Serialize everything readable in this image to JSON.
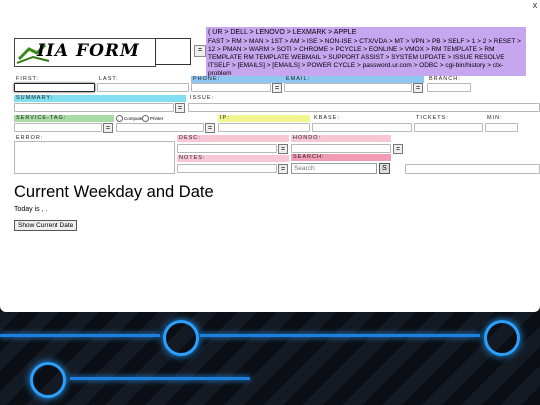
{
  "form": {
    "logo_text": "IIA FORM",
    "links_line1": "( UR > DELL > LENOVO > LEXMARK > APPLE",
    "links_rest": "FAST > RM > MAN > 1ST > AM > ISE > NON-ISE > CTX/VDA > MT > VPN > PB > SELF > 1 > 2 > RESET > 12 > PMAN > WARM > SOTI > CHROME > PCYCLE > EONLINE > VMOX > RM TEMPLATE > RM TEMPLATE RM TEMPLATE WEBMAIL > SUPPORT ASSIST > SYSTEM UPDATE > ISSUE RESOLVE ITSELF > [EMAILS] > [EMAILS] > POWER CYCLE > password.ur.com > ODBC > cgi-bin/history > ctx-problem",
    "labels": {
      "first": "FIRST:",
      "last": "LAST:",
      "phone": "PHONE:",
      "email": "EMAIL:",
      "branch": "BRANCH:",
      "summary": "SUMMARY:",
      "issue": "ISSUE:",
      "service_tag": "SERVICE-TAG:",
      "ip": "IP:",
      "kbase": "KBASE:",
      "tickets": "TICKETS:",
      "min": "MIN:",
      "error": "ERROR:",
      "desc": "DESC:",
      "hondo": "HONDO:",
      "notes": "NOTES:",
      "search": "SEARCH:"
    },
    "radio_computer": "Computer",
    "radio_printer": "Printer",
    "search_placeholder": "Search",
    "search_button": "S",
    "select_arrow": "="
  },
  "main": {
    "heading": "Current Weekday and Date",
    "today_text": "Today is , .",
    "show_button": "Show Current Date"
  },
  "window": {
    "close": "x"
  }
}
